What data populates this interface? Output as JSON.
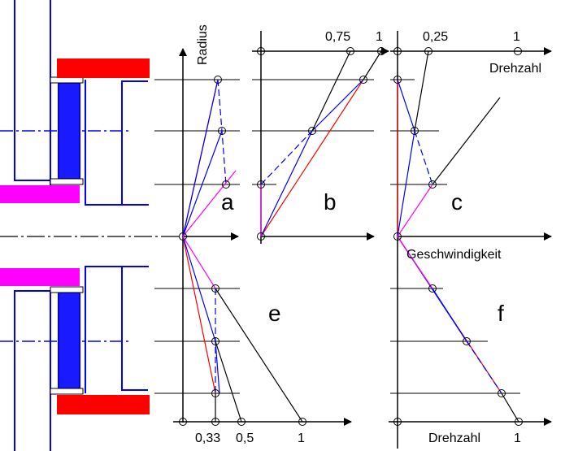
{
  "colors": {
    "ink": "#000000",
    "blue": "#0000ff",
    "red": "#ff0000",
    "magenta": "#ff00ff",
    "blue_fill": "#1a1aff"
  },
  "axes": {
    "radius_label": "Radius",
    "speed_label_top": "Drehzahl",
    "velocity_label": "Geschwindigkeit",
    "speed_label_bottom": "Drehzahl"
  },
  "panels": {
    "a": "a",
    "b": "b",
    "c": "c",
    "e": "e",
    "f": "f"
  },
  "ticks": {
    "b_top": [
      "0,75",
      "1"
    ],
    "c_top": [
      "0,25",
      "1"
    ],
    "e_bottom": [
      "0,33",
      "0,5",
      "1"
    ],
    "f_bottom": [
      "1"
    ]
  }
}
